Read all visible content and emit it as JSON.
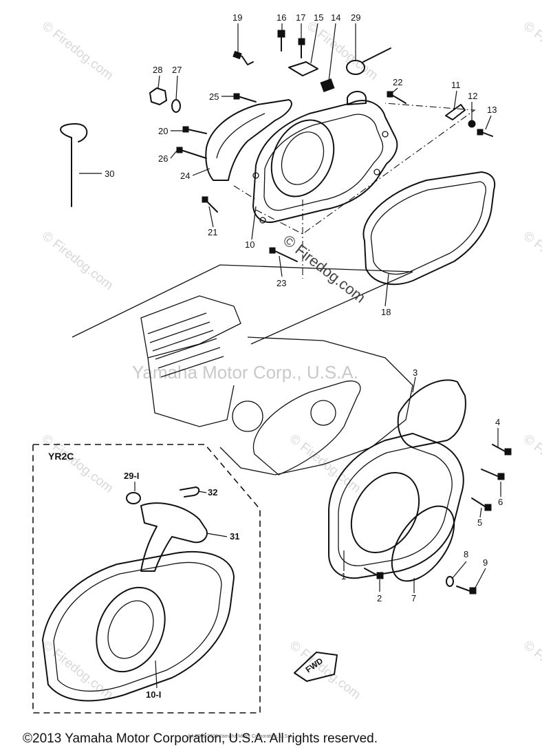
{
  "watermarks": {
    "firedog_center": "© Firedog.com",
    "firedog_small": "© Firedog.com",
    "yamaha_center": "Yamaha Motor Corp., U.S.A."
  },
  "inset_label": "YR2C",
  "fwd_label": "FWD",
  "callouts": {
    "c1": "1",
    "c2": "2",
    "c3": "3",
    "c4": "4",
    "c5": "5",
    "c6": "6",
    "c7": "7",
    "c8": "8",
    "c9": "9",
    "c10": "10",
    "c11": "11",
    "c12": "12",
    "c13": "13",
    "c14": "14",
    "c15": "15",
    "c16": "16",
    "c17": "17",
    "c18": "18",
    "c19": "19",
    "c20": "20",
    "c21": "21",
    "c22": "22",
    "c23": "23",
    "c24": "24",
    "c25": "25",
    "c26": "26",
    "c27": "27",
    "c28": "28",
    "c29": "29",
    "c30": "30",
    "c29_1": "29-I",
    "c31": "31",
    "c32": "32",
    "c10_1": "10-I"
  },
  "footer": {
    "small": "(c) 2005-2015 Yamaha Motor Corporation, U.S.A.",
    "main": "©2013 Yamaha Motor Corporation, U.S.A. All rights reserved."
  }
}
